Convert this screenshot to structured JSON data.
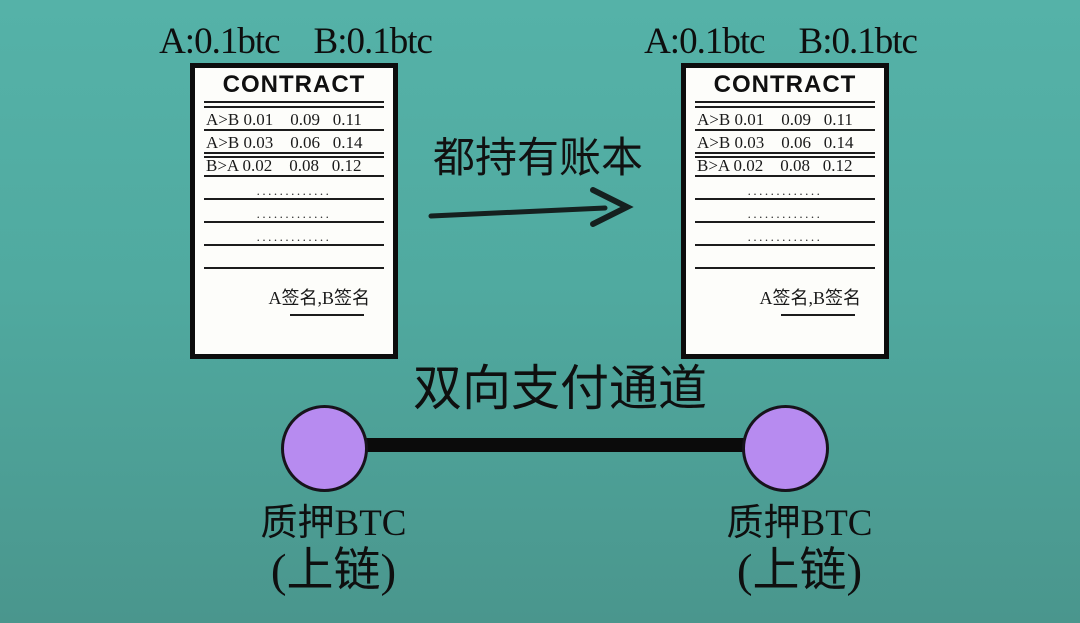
{
  "colors": {
    "background_top": "#55b2a8",
    "background_bottom": "#4a968d",
    "node_fill": "#b78bf0",
    "ink": "#141414",
    "paper": "#fdfdfa"
  },
  "balances": {
    "left": {
      "a": "A:0.1btc",
      "b": "B:0.1btc"
    },
    "right": {
      "a": "A:0.1btc",
      "b": "B:0.1btc"
    }
  },
  "contract": {
    "title": "CONTRACT",
    "rows": [
      "A>B 0.01    0.09   0.11",
      "A>B 0.03    0.06   0.14",
      "B>A 0.02    0.08   0.12"
    ],
    "dots": ".............",
    "signature": "A签名,B签名"
  },
  "arrow": {
    "label": "都持有账本"
  },
  "channel": {
    "label": "双向支付通道"
  },
  "nodes": {
    "left": {
      "line1": "质押BTC",
      "line2": "(上链)"
    },
    "right": {
      "line1": "质押BTC",
      "line2": "(上链)"
    }
  }
}
